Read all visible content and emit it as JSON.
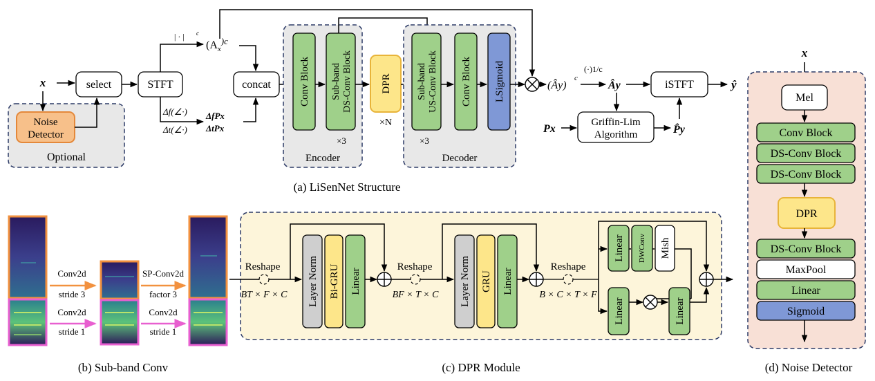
{
  "colors": {
    "green": "#9fd08a",
    "yellow": "#fde68a",
    "yellow_border": "#e8b43a",
    "orange": "#f7c08a",
    "orange_border": "#e4883a",
    "blue": "#7f98d6",
    "gray": "#cfcfcf",
    "panel_gray": "#e8e8e8",
    "panel_cream": "#fdf5da",
    "panel_pink": "#f8e0d6",
    "dash_border": "#2c3a66",
    "spec_orange": "#f2913f",
    "spec_pink": "#e85fd0"
  },
  "a": {
    "caption": "(a) LiSenNet Structure",
    "input_x": "x",
    "select": "select",
    "stft": "STFT",
    "magnitude_op": "| · |",
    "magnitude_exp": "c",
    "ax_label": "(A",
    "ax_sub": "x",
    "ax_exp": ")c",
    "phase_op1": "Δf(∠·)",
    "phase_op2": "Δt(∠·)",
    "phase_out1": "ΔfPx",
    "phase_out2": "ΔtPx",
    "concat": "concat",
    "noise_detector_line1": "Noise",
    "noise_detector_line2": "Detector",
    "optional": "Optional",
    "encoder": "Encoder",
    "decoder": "Decoder",
    "conv_block": "Conv Block",
    "ds_conv_line1": "Sub-band",
    "ds_conv_line2": "DS-Conv Block",
    "us_conv_line1": "Sub-band",
    "us_conv_line2": "US-Conv Block",
    "dpr": "DPR",
    "times_n": "×N",
    "times_3a": "×3",
    "times_3b": "×3",
    "lsigmoid": "LSigmoid",
    "ay_hat_paren": "(Ây)",
    "ay_exp": "c",
    "inv_power": "(·)1/c",
    "ay_hat": "Ây",
    "istft": "iSTFT",
    "y_hat": "ŷ",
    "px": "Px",
    "griffin_line1": "Griffin-Lim",
    "griffin_line2": "Algorithm",
    "py_hat": "P̂y"
  },
  "b": {
    "caption": "(b) Sub-band Conv",
    "top_op1": "Conv2d",
    "top_op2": "stride 3",
    "bot_op1": "Conv2d",
    "bot_op2": "stride 1",
    "top_op3": "SP-Conv2d",
    "top_op4": "factor 3",
    "bot_op3": "Conv2d",
    "bot_op4": "stride 1"
  },
  "c": {
    "caption": "(c) DPR Module",
    "reshape": "Reshape",
    "shape1": "BT × F × C",
    "shape2": "BF × T × C",
    "shape3": "B × C × T × F",
    "layer_norm": "Layer Norm",
    "bi_gru": "Bi-GRU",
    "gru": "GRU",
    "linear": "Linear",
    "dwconv": "DWConv",
    "mish": "Mish"
  },
  "d": {
    "caption": "(d) Noise Detector",
    "input_x": "x",
    "mel": "Mel",
    "conv_block": "Conv Block",
    "ds_conv_block": "DS-Conv Block",
    "dpr": "DPR",
    "maxpool": "MaxPool",
    "linear": "Linear",
    "sigmoid": "Sigmoid"
  }
}
